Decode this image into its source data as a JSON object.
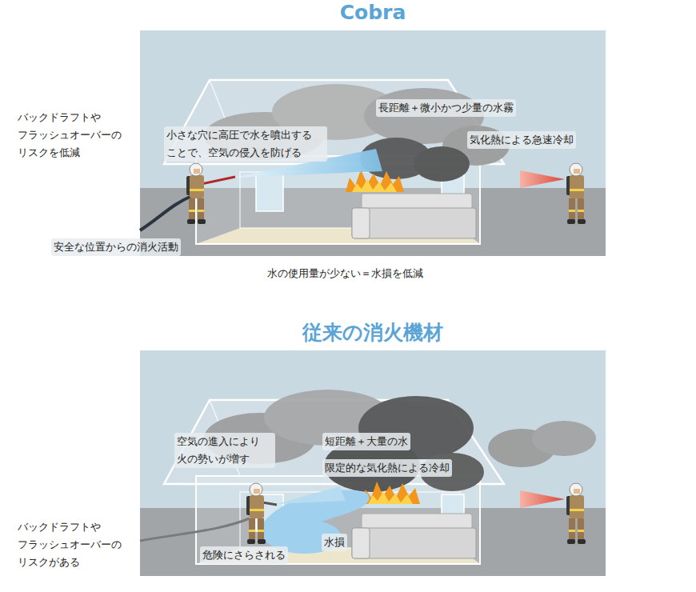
{
  "diagram": {
    "nodes": [
      {
        "text": [
          "Cobra"
        ]
      },
      {
        "text": [
          "従来の消火機材"
        ]
      }
    ],
    "labels": [
      "バックドラフトや フラッシュオーバーの リスクを低減",
      "長距離＋微小かつ少量の水霧",
      "小さな穴に高圧で水を噴出する ことで、空気の侵入を防げる",
      "気化熱による急速冷却",
      "安全な位置からの消火活動",
      "水の使用量が少ない＝水損を低減",
      "空気の進入により 火の勢いが増す",
      "短距離＋大量の水",
      "限定的な気化熱による冷却",
      "バックドラフトや フラッシュオーバーの リスクがある",
      "水損",
      "危険にさらされる"
    ]
  }
}
